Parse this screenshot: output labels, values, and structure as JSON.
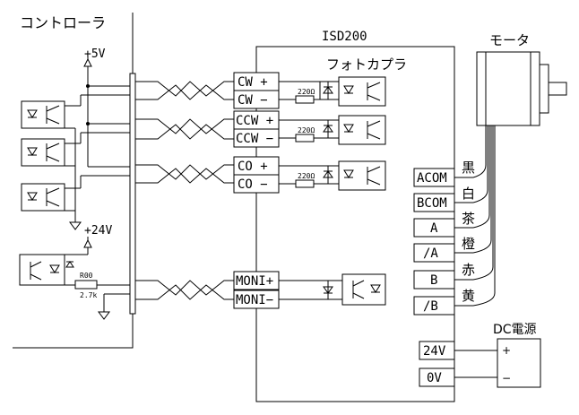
{
  "controller": {
    "label": "コントローラ",
    "plus5v": "+5V",
    "plus24v": "+24V",
    "resistor_name": "R00",
    "resistor_value": "2.7k"
  },
  "driver": {
    "label": "ISD200",
    "photocoupler_label": "フォトカプラ",
    "resistor_value": "220Ω"
  },
  "terminals_left": [
    "CW +",
    "CW −",
    "CCW +",
    "CCW −",
    "CO +",
    "CO −",
    "MONI+",
    "MONI−"
  ],
  "terminals_right": [
    "ACOM",
    "BCOM",
    "A",
    "/A",
    "B",
    "/B"
  ],
  "wire_colors": [
    "黒",
    "白",
    "茶",
    "橙",
    "赤",
    "黄"
  ],
  "motor": {
    "label": "モータ"
  },
  "power": {
    "label": "DC電源",
    "terminals": [
      "24V",
      "0V"
    ],
    "plus": "+",
    "minus": "−"
  }
}
